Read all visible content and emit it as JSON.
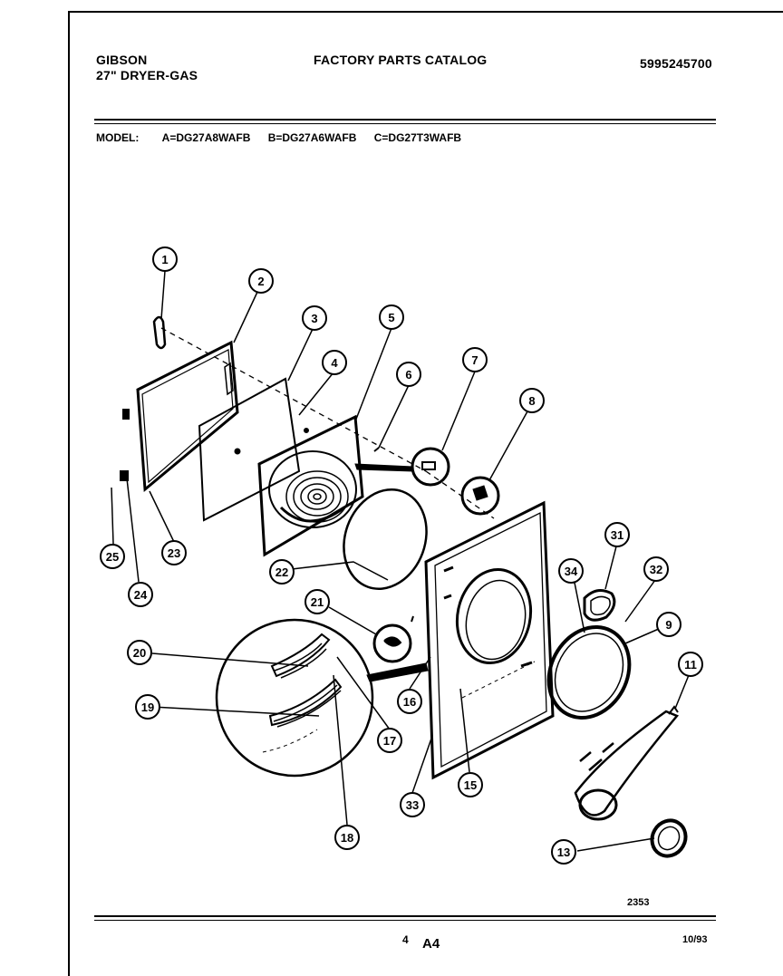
{
  "header": {
    "brand": "GIBSON",
    "product": "27\" DRYER-GAS",
    "title": "FACTORY PARTS CATALOG",
    "catalog_number": "5995245700"
  },
  "models": {
    "label": "MODEL:",
    "a": "A=DG27A8WAFB",
    "b": "B=DG27A6WAFB",
    "c": "C=DG27T3WAFB"
  },
  "callouts": [
    "1",
    "2",
    "3",
    "4",
    "5",
    "6",
    "7",
    "8",
    "9",
    "11",
    "13",
    "15",
    "16",
    "17",
    "18",
    "19",
    "20",
    "21",
    "22",
    "23",
    "24",
    "25",
    "31",
    "32",
    "33",
    "34"
  ],
  "footer": {
    "figure_number": "2353",
    "page_small": "4",
    "page_code": "A4",
    "date": "10/93"
  },
  "colors": {
    "ink": "#000000",
    "paper": "#ffffff"
  }
}
